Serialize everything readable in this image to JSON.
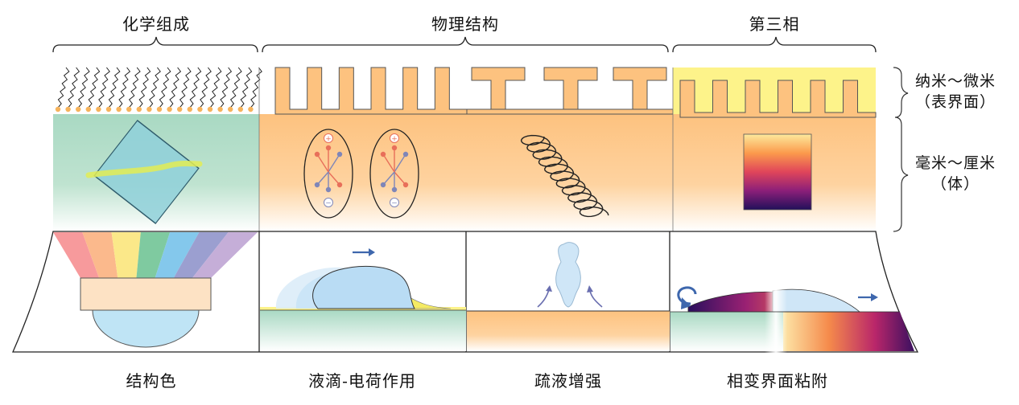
{
  "header": {
    "chemical": "化学组成",
    "physical": "物理结构",
    "third_phase": "第三相"
  },
  "scale": {
    "nano_line1": "纳米～微米",
    "nano_line2": "（表界面）",
    "milli_line1": "毫米～厘米",
    "milli_line2": "（体）"
  },
  "footer": {
    "structural_color": "结构色",
    "droplet_charge": "液滴-电荷作用",
    "lyophobic": "疏液增强",
    "phase_change": "相变界面粘附"
  },
  "colors": {
    "orange_bulk": "#fdc27f",
    "green_bulk": "#a9d9c3",
    "yellow_layer": "#fdf38a",
    "droplet_blue": "#b9dcf4",
    "arrow_blue": "#3e67ad"
  }
}
